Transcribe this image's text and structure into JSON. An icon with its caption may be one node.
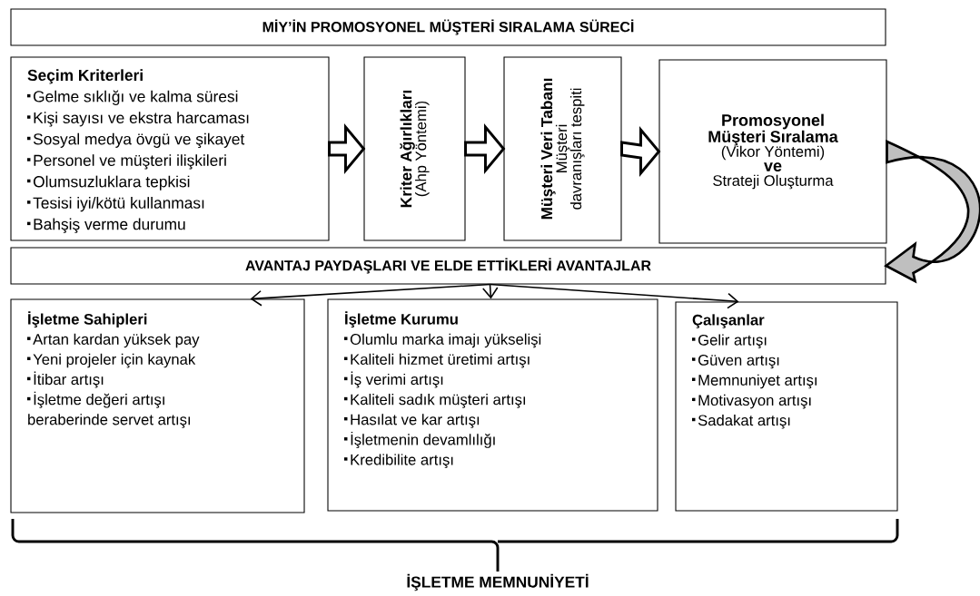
{
  "diagram": {
    "nodes": [
      {
        "text": [
          "MİY’İN PROMOSYONEL MÜŞTERİ SIRALAMA SÜRECİ"
        ]
      },
      {
        "text": [
          "Seçim Kriterleri",
          "Gelme sıklığı ve kalma süresi",
          "Kişi sayısı ve ekstra harcaması",
          "Sosyal medya övgü ve şikayet",
          "Personel ve müşteri ilişkileri",
          "Olumsuzluklara tepkisi",
          "Tesisi iyi/kötü kullanması",
          "Bahşiş verme durumu"
        ]
      },
      {
        "text": [
          "Kriter Ağırlıkları",
          "(Ahp Yöntemi)"
        ]
      },
      {
        "text": [
          "Müşteri Veri Tabanı",
          "Müşteri davranışları tespiti"
        ]
      },
      {
        "text": [
          "Promosyonel Müşteri Sıralama",
          "(Vikor Yöntemi)",
          "ve",
          "Strateji Oluşturma"
        ]
      },
      {
        "text": [
          "AVANTAJ PAYDAŞLARI VE ELDE ETTİKLERİ AVANTAJLAR"
        ]
      },
      {
        "text": [
          "İşletme Sahipleri",
          "Artan kardan yüksek pay",
          "Yeni projeler için kaynak",
          "İtibar artışı",
          "İşletme değeri artışı beraberinde servet artışı"
        ]
      },
      {
        "text": [
          "İşletme Kurumu",
          "Olumlu marka imajı yükselişi",
          "Kaliteli hizmet üretimi artışı",
          "İş verimi artışı",
          "Kaliteli sadık müşteri artışı",
          "Hasılat ve kar artışı",
          "İşletmenin devamlılığı",
          "Kredibilite artışı"
        ]
      },
      {
        "text": [
          "Çalışanlar",
          "Gelir artışı",
          "Güven artışı",
          "Memnuniyet artışı",
          "Motivasyon artışı",
          "Sadakat artışı"
        ]
      }
    ],
    "edges": [
      {
        "from": 1,
        "to": 2,
        "arrow": "to",
        "style": "thick"
      },
      {
        "from": 2,
        "to": 3,
        "arrow": "to",
        "style": "thick"
      },
      {
        "from": 3,
        "to": 4,
        "arrow": "to",
        "style": "thick"
      },
      {
        "from": 4,
        "to": 5,
        "arrow": "to",
        "style": "thick"
      },
      {
        "from": 5,
        "to": 6,
        "arrow": "to"
      },
      {
        "from": 5,
        "to": 7,
        "arrow": "to"
      },
      {
        "from": 5,
        "to": 8,
        "arrow": "to"
      }
    ],
    "labels": [
      "İŞLETME MEMNUNİYETİ"
    ]
  }
}
